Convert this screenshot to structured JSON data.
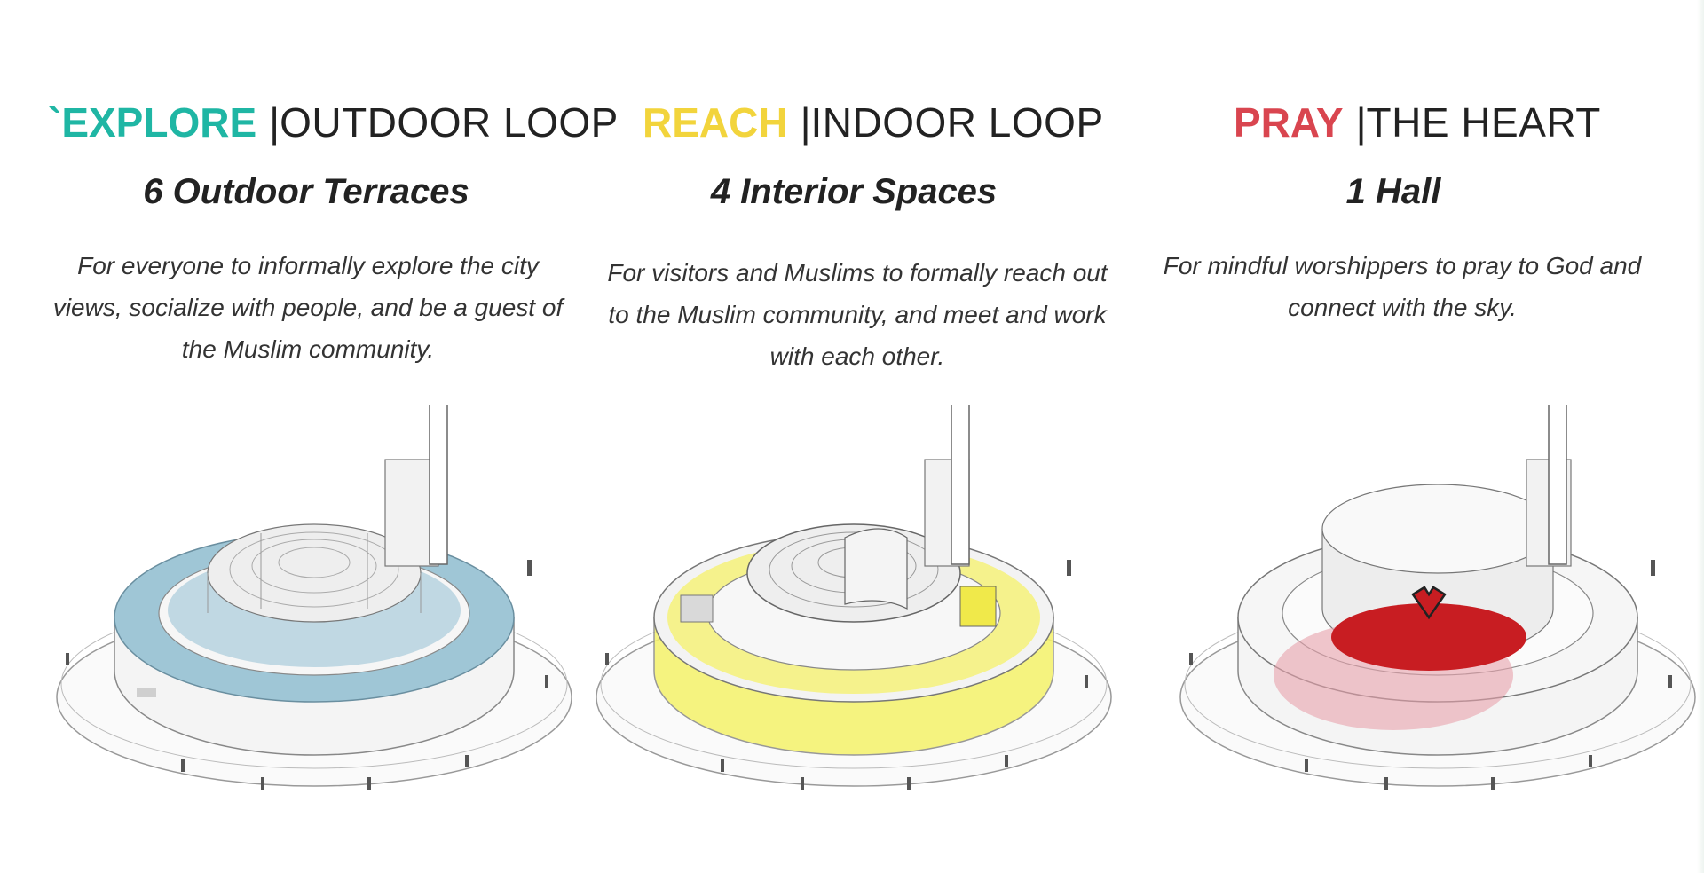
{
  "panels": [
    {
      "keyword": "`EXPLORE",
      "separator": "|",
      "subtitle": "OUTDOOR LOOP",
      "count": "6 Outdoor Terraces",
      "description": "For everyone to informally explore the city views, socialize with people, and be a guest of the Muslim community.",
      "accent": "#1fb6a4",
      "highlight": "#9fc6d6"
    },
    {
      "keyword": "REACH",
      "separator": "|",
      "subtitle": "INDOOR LOOP",
      "count": "4  Interior Spaces",
      "description": "For visitors and Muslims to formally reach out to the Muslim community, and meet and work with each other.",
      "accent": "#f2d43c",
      "highlight": "#f5f26a"
    },
    {
      "keyword": "PRAY",
      "separator": "|",
      "subtitle": "THE HEART",
      "count": "1 Hall",
      "description": "For mindful worshippers to pray to God and connect with the sky.",
      "accent": "#d9454f",
      "highlight": "#c81d22"
    }
  ]
}
